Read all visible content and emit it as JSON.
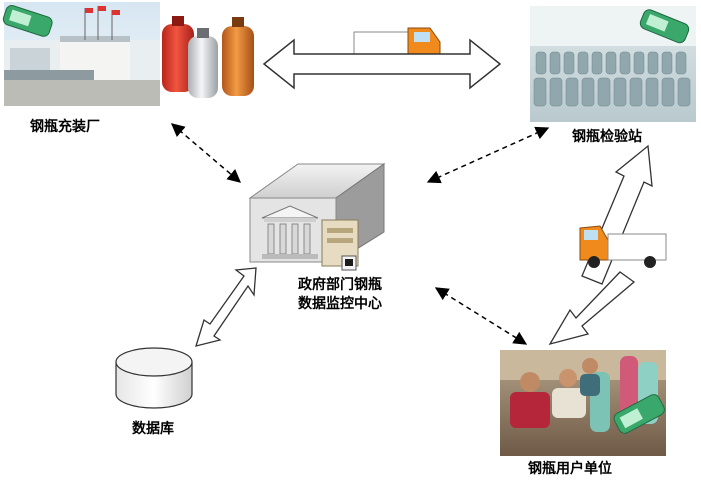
{
  "nodes": {
    "factory": {
      "label": "钢瓶充装厂",
      "icon": "factory-photo"
    },
    "inspection": {
      "label": "钢瓶检验站",
      "icon": "cylinder-warehouse-photo"
    },
    "center": {
      "label_line1": "政府部门钢瓶",
      "label_line2": "数据监控中心",
      "icon": "government-server-building"
    },
    "database": {
      "label": "数据库",
      "icon": "database-cylinder-icon"
    },
    "user": {
      "label": "钢瓶用户单位",
      "icon": "workers-with-cylinders-photo"
    }
  },
  "colors": {
    "cylinder_red": "#e03a28",
    "cylinder_silver": "#d9dde0",
    "cylinder_orange": "#e57a24",
    "truck_cab": "#f08a1c",
    "scanner_green": "#3aa86b",
    "warehouse_tone": "#9fb6bd",
    "arrow_outline": "#333333"
  }
}
